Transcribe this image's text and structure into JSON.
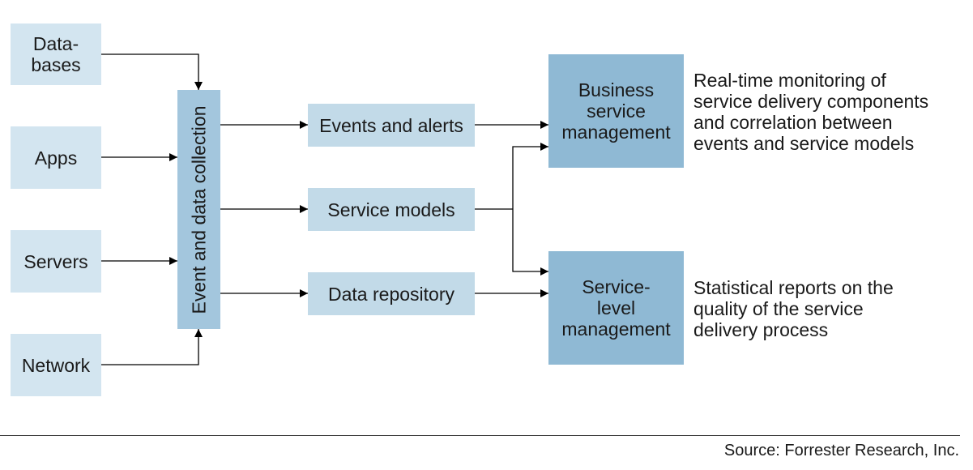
{
  "sources": [
    {
      "label": "Data-\nbases"
    },
    {
      "label": "Apps"
    },
    {
      "label": "Servers"
    },
    {
      "label": "Network"
    }
  ],
  "collector": {
    "label": "Event and data collection"
  },
  "outputs": [
    {
      "label": "Events and alerts"
    },
    {
      "label": "Service models"
    },
    {
      "label": "Data repository"
    }
  ],
  "management": [
    {
      "label": "Business\nservice\nmanagement",
      "description": "Real-time monitoring of\nservice delivery components\nand correlation between\nevents and service models"
    },
    {
      "label": "Service-\nlevel\nmanagement",
      "description": "Statistical reports on the\nquality of the service\ndelivery process"
    }
  ],
  "source_note": "Source: Forrester Research, Inc.",
  "colors": {
    "source_box": "#d3e5f0",
    "output_box": "#c2dae8",
    "collector_box": "#a3c6dd",
    "management_box": "#8fb9d4",
    "line": "#000000"
  }
}
